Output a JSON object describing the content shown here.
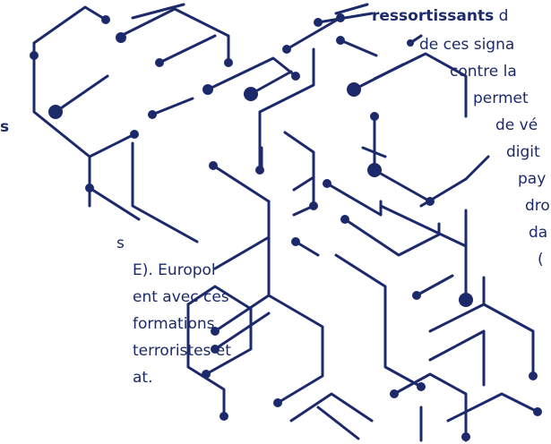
{
  "colors": {
    "text": "#1c2a6b",
    "circuit": "#1c2a6b",
    "background": "#ffffff"
  },
  "left_column": {
    "heading_fragment": "s",
    "lines": [
      "s",
      "E). Europol",
      "ent avec ces",
      "formations",
      "terroristes et",
      "at."
    ]
  },
  "right_column": {
    "bold_line": "ressortissants",
    "bold_line_tail": "d",
    "lines": [
      "de ces signa",
      "contre la",
      "permet",
      "de vé",
      "digit",
      "pay",
      "dro",
      "da",
      "("
    ]
  },
  "illustration": {
    "icon": "circuit-network-icon"
  }
}
